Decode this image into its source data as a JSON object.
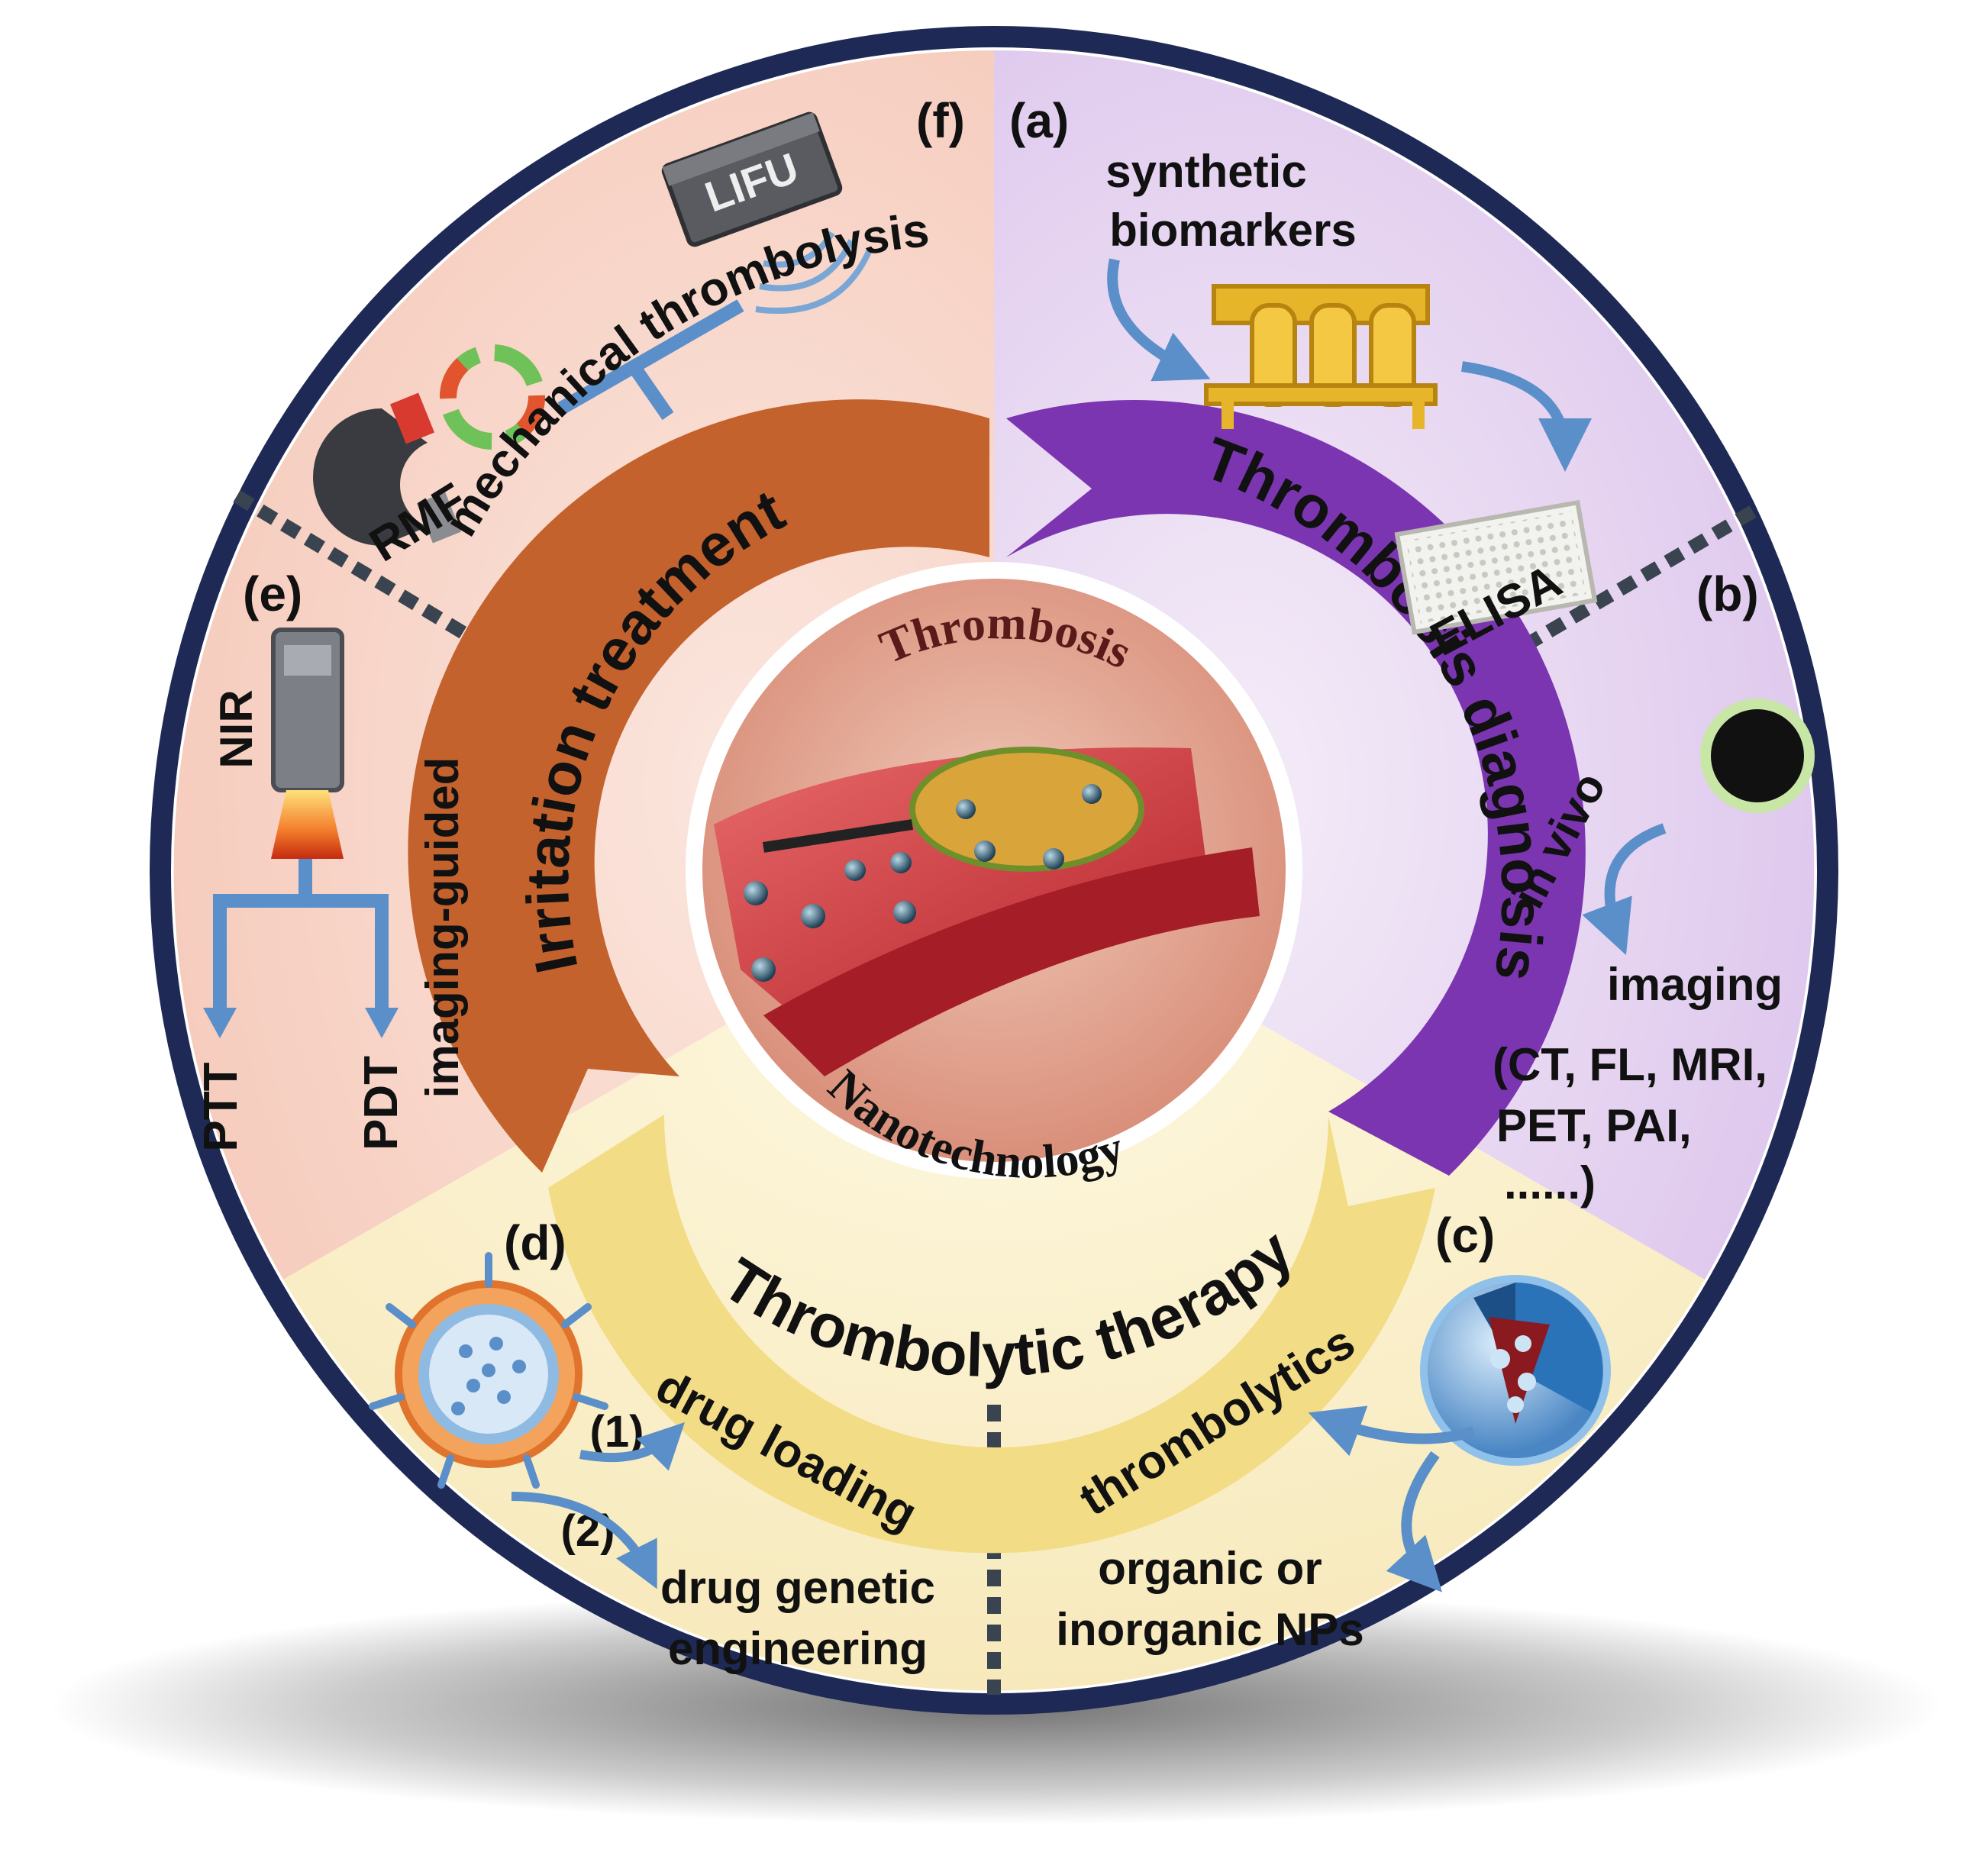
{
  "center": {
    "top_label": "Thrombosis",
    "bottom_label": "Nanotechnology"
  },
  "ring": {
    "diagnosis": "Thrombosis diagnosis",
    "therapy": "Thrombolytic therapy",
    "irritation": "Irritation treatment"
  },
  "panels": {
    "a": {
      "tag": "(a)",
      "line1": "synthetic",
      "line2": "biomarkers",
      "elisa": "ELISA"
    },
    "b": {
      "tag": "(b)",
      "in_vivo": "in vivo",
      "imaging": "imaging",
      "modalities1": "(CT, FL, MRI,",
      "modalities2": "PET, PAI,",
      "modalities3": "......)"
    },
    "c": {
      "tag": "(c)",
      "thrombolytics": "thrombolytics",
      "np1": "organic or",
      "np2": "inorganic NPs"
    },
    "d": {
      "tag": "(d)",
      "step1": "(1)",
      "step2": "(2)",
      "drug_loading": "drug loading",
      "eng1": "drug genetic",
      "eng2": "engineering"
    },
    "e": {
      "tag": "(e)",
      "nir": "NIR",
      "ptt": "PTT",
      "pdt": "PDT",
      "imaging_guided": "imaging-guided"
    },
    "f": {
      "tag": "(f)",
      "lifu": "LIFU",
      "rmf": "RMF",
      "mechanical": "mechanical thrombolysis"
    }
  },
  "colors": {
    "diagnosis_arrow": "#7b35b0",
    "irritation_arrow": "#c4622d",
    "therapy_arrow": "#f2dc85",
    "sector_diagnosis": "#ead9f3",
    "sector_therapy": "#fcf4d4",
    "sector_irritation": "#f9dcd2",
    "outer_ring": "#1e2a55",
    "connector_arrows": "#5b8fc9"
  }
}
